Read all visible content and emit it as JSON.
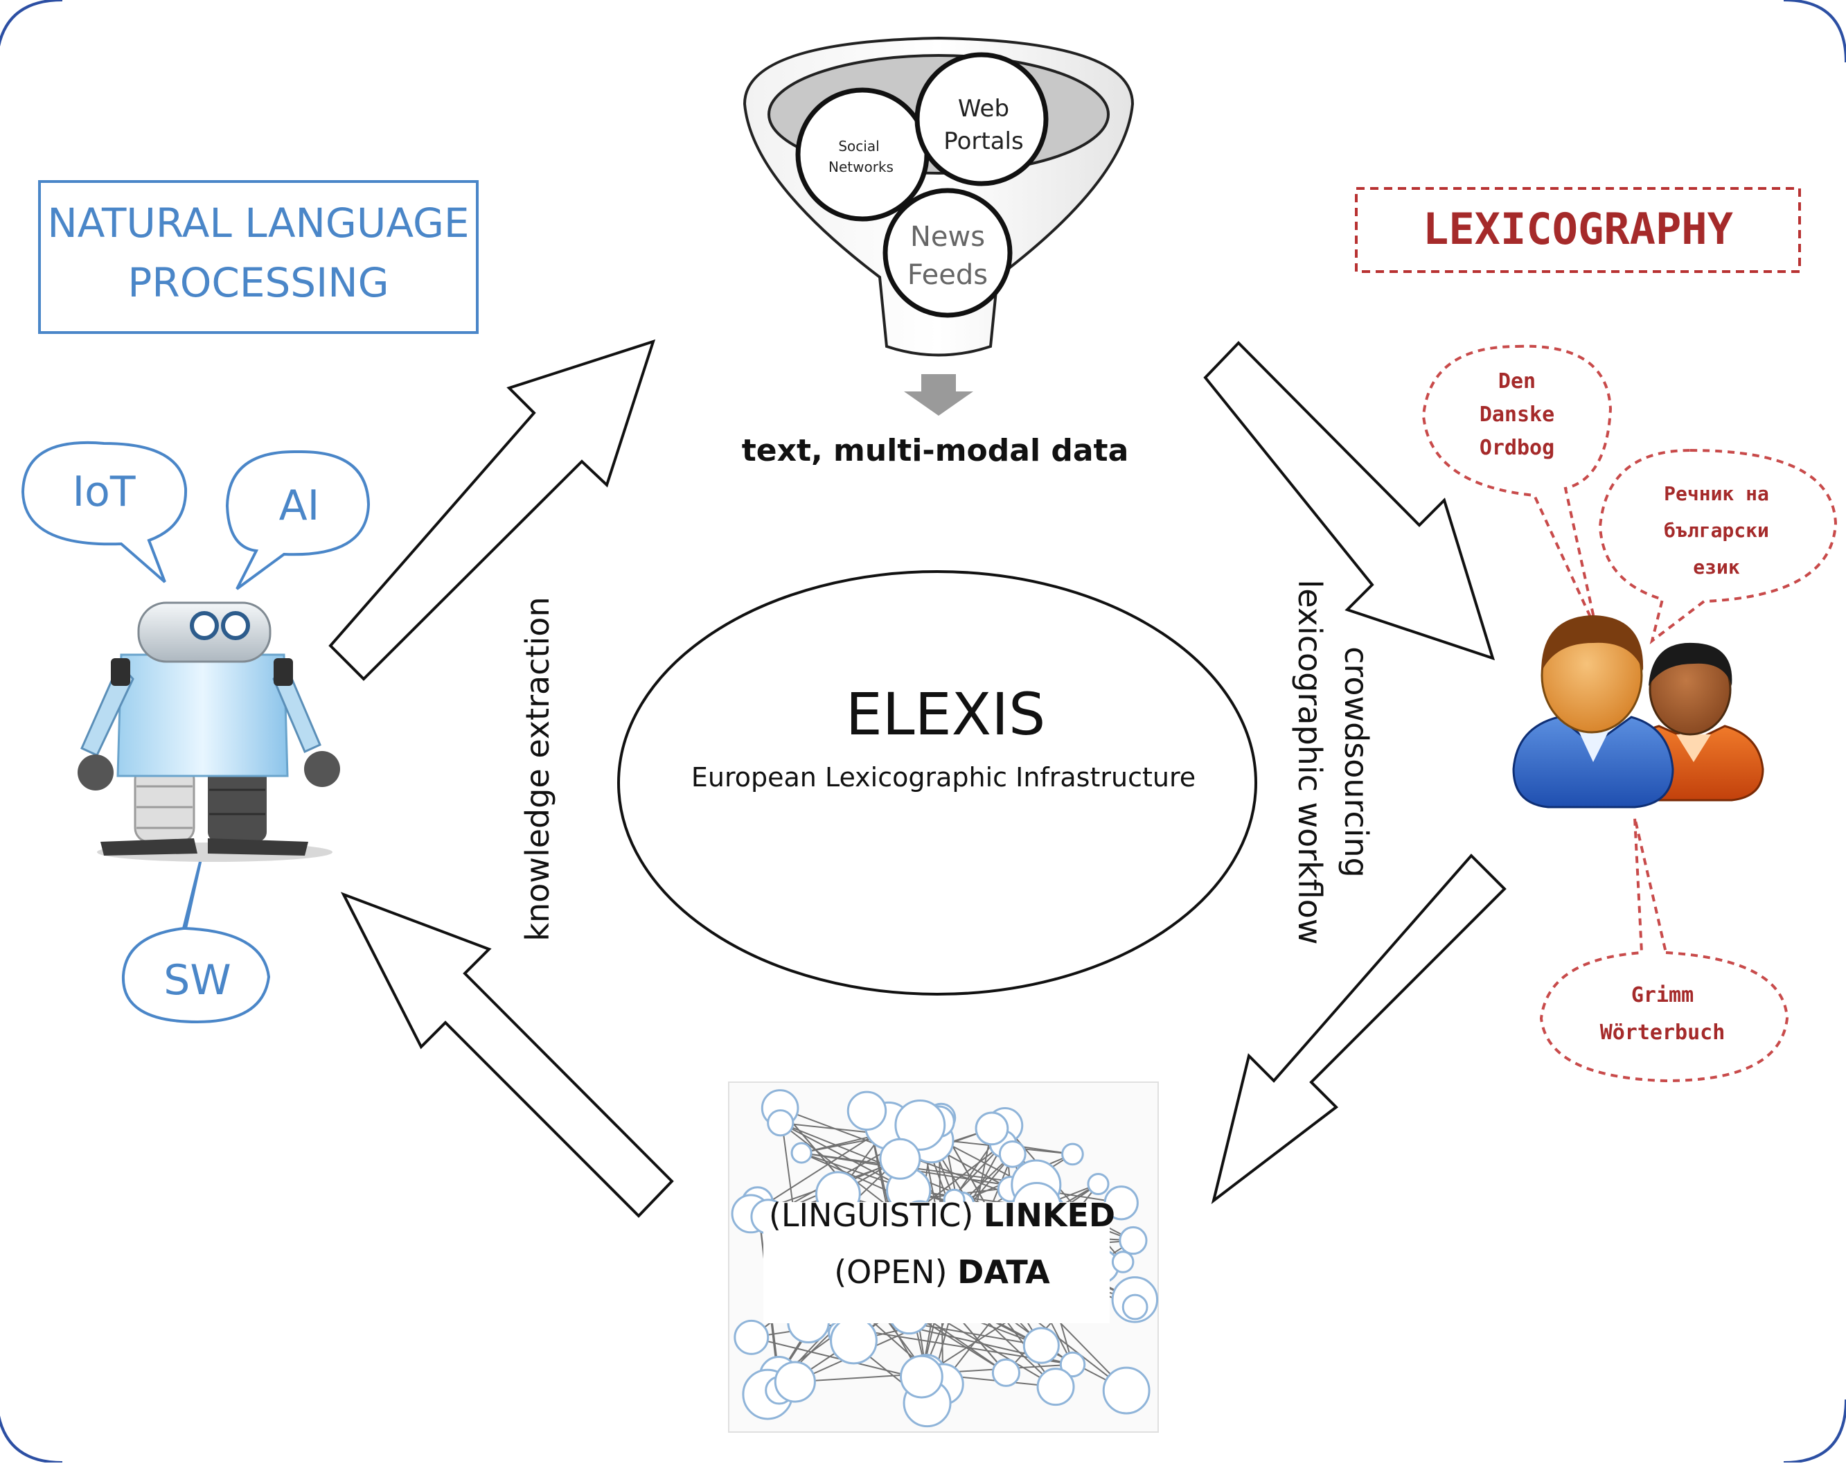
{
  "colors": {
    "nlp_blue": "#4a86c8",
    "lex_red": "#b83232",
    "arrow_gray": "#9a9a9a",
    "frame_blue": "#2c4fa3"
  },
  "nlp": {
    "title_line1": "NATURAL LANGUAGE",
    "title_line2": "PROCESSING",
    "bubble_iot": "IoT",
    "bubble_ai": "AI",
    "bubble_sw": "SW",
    "robot_icon": "robot-icon"
  },
  "sources": {
    "social_line1": "Social",
    "social_line2": "Networks",
    "web_line1": "Web",
    "web_line2": "Portals",
    "news_line1": "News",
    "news_line2": "Feeds",
    "caption": "text, multi-modal data",
    "funnel_icon": "funnel-icon"
  },
  "lexicography": {
    "title": "LEXICOGRAPHY",
    "den_line1": "Den",
    "den_line2": "Danske",
    "den_line3": "Ordbog",
    "bg_line1": "Речник на",
    "bg_line2": "български",
    "bg_line3": "език",
    "grimm_line1": "Grimm",
    "grimm_line2": "Wörterbuch",
    "users_icon": "users-icon"
  },
  "center": {
    "title": "ELEXIS",
    "subtitle": "European Lexicographic Infrastructure"
  },
  "flows": {
    "knowledge": "knowledge extraction",
    "crowd_line1": "crowdsourcing",
    "crowd_line2": "lexicographic workflow"
  },
  "lod": {
    "line1_normal": "(LINGUISTIC) ",
    "line1_bold": "LINKED",
    "line2_normal": "(OPEN) ",
    "line2_bold": "DATA",
    "network_icon": "network-graph-icon"
  }
}
